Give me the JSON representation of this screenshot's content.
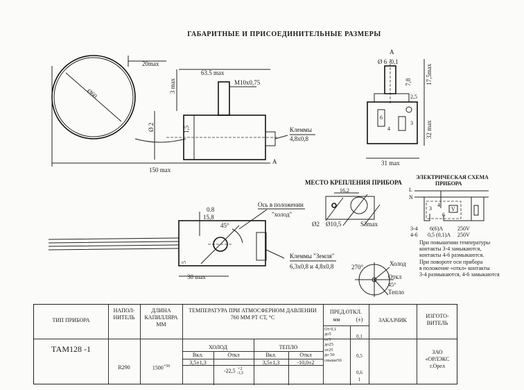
{
  "title": "ГАБАРИТНЫЕ И ПРИСОЕДИНИТЕЛЬНЫЕ РАЗМЕРЫ",
  "front_view": {
    "dia_capillary": "Ø60",
    "dim_20max": "20max",
    "dim_150max": "150 max",
    "dim_63_5max": "63.5 max",
    "dim_3max": "3 max",
    "thread": "M10x0,75",
    "dia_2": "Ø 2",
    "dim_1_5": "1,5",
    "terminals_label": "Клеммы",
    "terminals_size": "4,8x0,8",
    "view_a": "A"
  },
  "side_view": {
    "view_a": "A",
    "shaft_dia": "Ø 6 -0,1",
    "dim_17_5max": "17,5max",
    "dim_7_8": "7,8",
    "dim_2_5": "2,5",
    "dim_31max": "31 max",
    "dim_32max": "32 max",
    "pin_3": "3",
    "pin_4": "4",
    "pin_6": "6"
  },
  "bottom_view": {
    "dim_0_8": "0.8",
    "dim_15_8": "15,8",
    "angle": "45°",
    "axis_label_1": "Ось в положении",
    "axis_label_2": "\"холод\"",
    "ground_label_1": "Клеммы \"Земля\"",
    "ground_label_2": "6,3x0,8 и 4,8x0,8",
    "dim_30max": "30 max",
    "dim_5": "5"
  },
  "mounting": {
    "title": "МЕСТО КРЕПЛЕНИЯ ПРИБОРА",
    "dim_16_2": "16,2",
    "dia_2": "Ø2",
    "dia_10_5": "Ø10,5",
    "s3max": "S3max"
  },
  "scheme": {
    "title_1": "ЭЛЕКТРИЧЕСКАЯ СХЕМА",
    "title_2": "ПРИБОРА",
    "line_L": "L",
    "line_N": "N",
    "pin3": "3",
    "pin4": "4",
    "pin6": "6",
    "v": "V",
    "ratings": [
      {
        "contacts": "3-4",
        "current": "6(6)A",
        "voltage": "250V"
      },
      {
        "contacts": "4-6",
        "current": "0,5 (0,1)A",
        "voltage": "250V"
      }
    ],
    "notes": [
      "При повышении температуры",
      "контакты 3-4 замыкаются,",
      "контакты 4-6 размыкаются.",
      "При повороте оси прибора",
      "в положение «откл» контакты",
      "3-4 размыкаются, 4-6 замыкаются"
    ]
  },
  "dial": {
    "angle_270": "270°",
    "cold": "Холод",
    "off": "Откл",
    "angle_45": "45°",
    "warm": "Тепло"
  },
  "table": {
    "headers": {
      "type": "ТИП ПРИБОРА",
      "filler_1": "НАПОЛ-",
      "filler_2": "НИТЕЛЬ",
      "capillary_1": "ДЛИНА",
      "capillary_2": "КАПИЛЛЯРА",
      "capillary_3": "ММ",
      "temp_1": "ТЕМПЕРАТУРА ПРИ АТМОСФЕРНОМ ДАВЛЕНИИ",
      "temp_2": "760 ММ РТ СТ, °С",
      "tol_1": "ПРЕД.ОТКЛ.",
      "tol_2": "мм",
      "tol_3": "(±)",
      "customer": "ЗАКАЗЧИК",
      "maker_1": "ИЗГОТО-",
      "maker_2": "ВИТЕЛЬ",
      "cold": "ХОЛОД",
      "warm": "ТЕПЛО",
      "on": "Вкл.",
      "off": "Откл"
    },
    "row": {
      "type": "ТАМ128 -1",
      "filler": "R290",
      "capillary": "1500",
      "capillary_tol": "+50",
      "cold_on": "3,5±1,3",
      "cold_off": "-22,5",
      "cold_off_tol_up": "+2",
      "cold_off_tol_down": "-1,5",
      "warm_on": "3,5±1,3",
      "warm_off": "-10,0±2",
      "tol_ranges": [
        "От 0,1",
        "до5",
        "от5",
        "до25",
        "от25",
        "до 50",
        "свыше50"
      ],
      "tol_values": [
        "0,1",
        "0,5",
        "0,6",
        "1"
      ],
      "customer": "",
      "maker_1": "ЗАО",
      "maker_2": "«ОРЛЭКС",
      "maker_3": "г.Орел"
    }
  }
}
